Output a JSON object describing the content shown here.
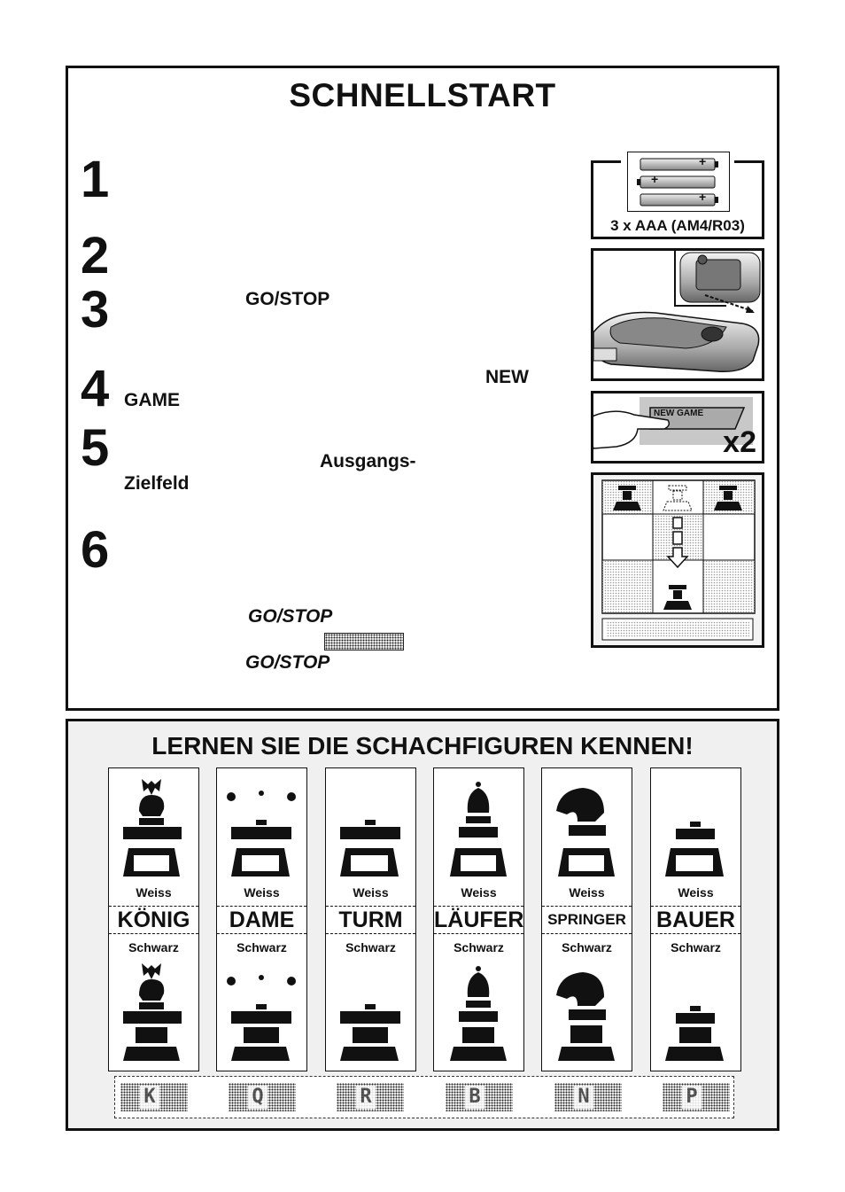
{
  "quickstart": {
    "title": "SCHNELLSTART",
    "steps": [
      "1",
      "2",
      "3",
      "4",
      "5",
      "6"
    ],
    "keywords": {
      "go_stop": "GO/STOP",
      "new": "NEW",
      "game": "GAME",
      "ausgangs": "Ausgangs-",
      "zielfeld": "Zielfeld",
      "go_stop_it1": "GO/STOP",
      "go_stop_it2": "GO/STOP"
    },
    "battery_label": "3 x AAA (AM4/R03)",
    "battery_signs": [
      "+",
      "+",
      "+"
    ],
    "new_game_key": "NEW GAME",
    "press_count": "x2"
  },
  "pieces": {
    "title": "LERNEN SIE DIE SCHACHFIGUREN KENNEN!",
    "white_label": "Weiss",
    "black_label": "Schwarz",
    "items": [
      {
        "name": "KÖNIG",
        "lcd": "K",
        "icon": "king-icon"
      },
      {
        "name": "DAME",
        "lcd": "Q",
        "icon": "queen-icon"
      },
      {
        "name": "TURM",
        "lcd": "R",
        "icon": "rook-icon"
      },
      {
        "name": "LÄUFER",
        "lcd": "B",
        "icon": "bishop-icon"
      },
      {
        "name": "SPRINGER",
        "lcd": "N",
        "icon": "knight-icon"
      },
      {
        "name": "BAUER",
        "lcd": "P",
        "icon": "pawn-icon"
      }
    ]
  }
}
